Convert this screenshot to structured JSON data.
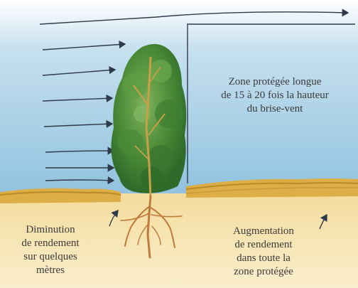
{
  "labels": {
    "protected_zone": [
      "Zone protégée longue",
      "de 15 à 20 fois la hauteur",
      "du brise-vent"
    ],
    "yield_decrease": [
      "Diminution",
      "de rendement",
      "sur quelques",
      "mètres"
    ],
    "yield_increase": [
      "Augmentation",
      "de rendement",
      "dans toute la",
      "zone protégée"
    ]
  },
  "colors": {
    "sky": "#a9cfe6",
    "ground": "#f4dfa3",
    "crop": "#e0b64e",
    "tree": "#4e8e3a",
    "arrow": "#2f3a4a",
    "text": "#3b3b3b"
  }
}
